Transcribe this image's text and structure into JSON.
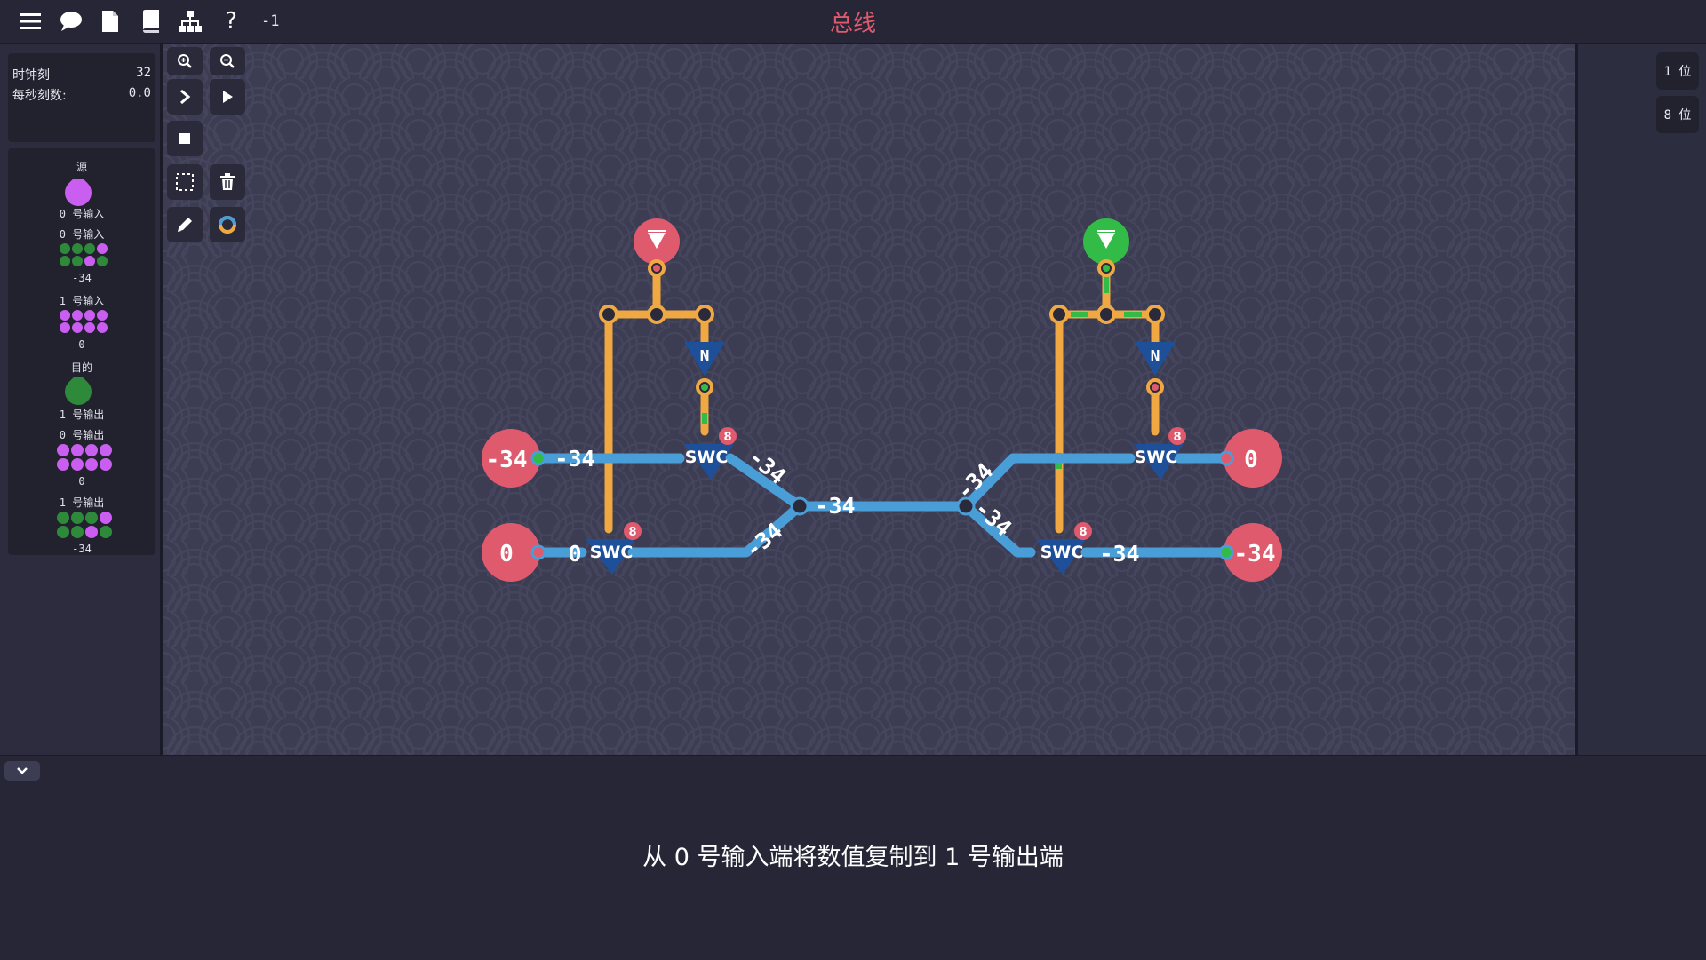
{
  "title": "总线",
  "toolbar": {
    "icons": [
      "menu-icon",
      "chat-icon",
      "file-icon",
      "book-icon",
      "hierarchy-icon",
      "help-icon"
    ],
    "help_label": "?",
    "counter": "-1"
  },
  "stats": {
    "clock_label": "时钟刻",
    "clock_value": "32",
    "tps_label": "每秒刻数:",
    "tps_value": "0.0"
  },
  "palette": {
    "source_heading": "源",
    "source_input0": "0 号输入",
    "input0_label": "0 号输入",
    "input0_value": "-34",
    "input1_label": "1 号输入",
    "input1_value": "0",
    "dest_heading": "目的",
    "dest_output1": "1 号输出",
    "output0_label": "0 号输出",
    "output0_value": "0",
    "output1_label": "1 号输出",
    "output1_value": "-34"
  },
  "colors": {
    "wire_blue": "#4a9ed8",
    "wire_orange": "#f0a843",
    "node_red": "#e05a6e",
    "node_green": "#33bb48",
    "bit_purple": "#c95ef0",
    "bit_green": "#2e8a3a",
    "dark_blue": "#1e4f99"
  },
  "circuit": {
    "in_left_top": "-34",
    "in_left_bottom": "0",
    "out_right_top": "0",
    "out_right_bottom": "-34",
    "swc_label": "SWC",
    "swc_badge": "8",
    "not_label": "N",
    "wire_labels": {
      "left_top": "-34",
      "left_bottom": "0",
      "diag_up_left": "-34",
      "diag_down_left": "-34",
      "bus": "-34",
      "diag_up_right": "-34",
      "diag_down_right": "-34",
      "right_bottom": "-34"
    }
  },
  "right_panel": {
    "bit1": "1 位",
    "bit8": "8 位"
  },
  "description": "从 0 号输入端将数值复制到 1 号输出端"
}
